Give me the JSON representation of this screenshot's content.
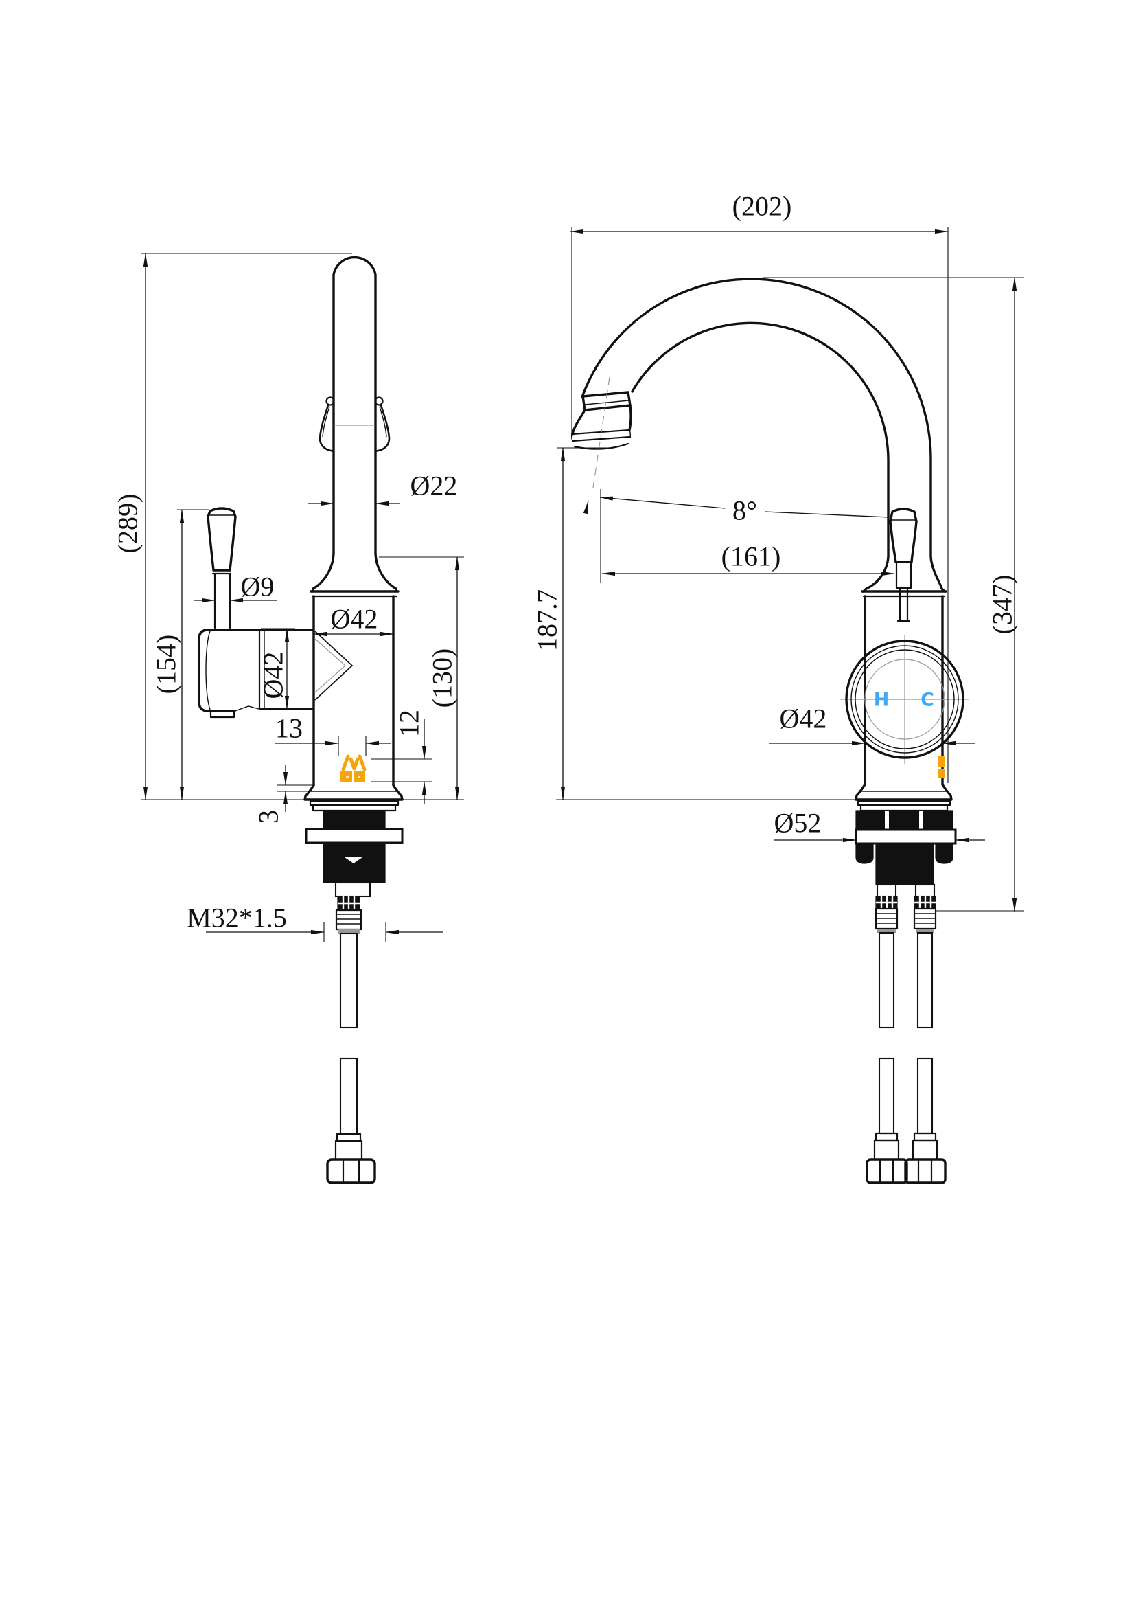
{
  "drawing": {
    "background": "#ffffff",
    "line_color": "#111111",
    "accent_orange": "#F5A50A",
    "accent_blue": "#3FA9F5"
  },
  "labels": {
    "overall_height_side": "(289)",
    "handle_height": "(154)",
    "spout_pipe_diameter": "Ø22",
    "handle_stem_diameter": "Ø9",
    "body_diameter_top": "Ø42",
    "valve_body_diameter": "Ø42",
    "body_height": "(130)",
    "logo_width": "13",
    "logo_height": "12",
    "base_lip": "3",
    "thread_spec": "M32*1.5",
    "spout_outlet_height": "187.7",
    "spout_reach": "(202)",
    "spout_angle": "8°",
    "handle_offset": "(161)",
    "overall_height_front": "(347)",
    "body_diameter_front": "Ø42",
    "base_diameter": "Ø52",
    "hot_indicator": "H",
    "cold_indicator": "C"
  }
}
